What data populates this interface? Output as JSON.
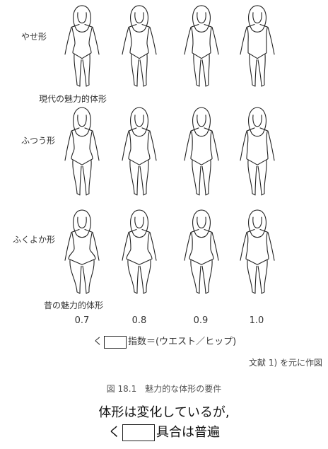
{
  "rows": [
    {
      "label": "やせ形"
    },
    {
      "label": "ふつう形"
    },
    {
      "label": "ふくよか形"
    }
  ],
  "annotations": {
    "modern": "現代の魅力的体形",
    "past": "昔の魅力的体形"
  },
  "ratios": [
    "0.7",
    "0.8",
    "0.9",
    "1.0"
  ],
  "formula": {
    "prefix": "く",
    "suffix": "指数＝(ウエスト／ヒップ)"
  },
  "source": "文献 1) を元に作図",
  "caption": "図 18.1　魅力的な体形の要件",
  "note": {
    "line1": "体形は変化しているが,",
    "line2_prefix": "く",
    "line2_suffix": "具合は普遍"
  }
}
